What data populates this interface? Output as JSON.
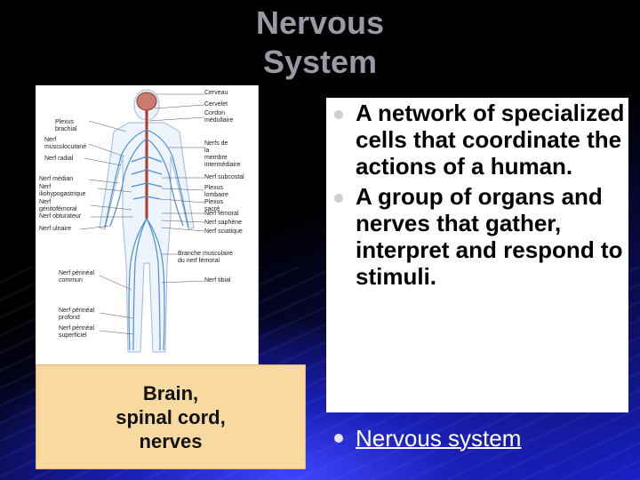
{
  "title": "Nervous\nSystem",
  "diagram_labels": {
    "cerveau": "Cerveau",
    "cervelet": "Cervelet",
    "cordon": "Cordon\nmédullaire",
    "plexus_brachial": "Plexus\nbrachial",
    "musculocutane": "Nerf\nmusculocutané",
    "radial": "Nerf radial",
    "nerfs_membre": "Nerfs de\nla\nmembre\nintermédiaire",
    "median": "Nerf médian",
    "iliohypogastrique": "Nerf\niliohypogastrique",
    "subcostal": "Nerf subcostal",
    "plexus_lombaire": "Plexus\nlombaire",
    "plexus_sacre": "Plexus\nsacré",
    "genitofemoral": "Nerf\ngénitofémoral",
    "obturateur": "Nerf obturateur",
    "femoral": "Nerf fémoral",
    "saphene": "Nerf saphène",
    "sciatique": "Nerf sciatique",
    "ulnaire": "Nerf ulnaire",
    "branche_musculaire": "Branche musculaire\ndu nerf fémoral",
    "tibial": "Nerf tibial",
    "perineal_commun": "Nerf périnéal\ncommun",
    "perineal_profond": "Nerf périnéal\nprofond",
    "perineal_superficiel": "Nerf périnéal\nsuperficiel"
  },
  "caption": "Brain,\nspinal cord,\nnerves",
  "bullets": [
    "A network of specialized cells that coordinate the actions of a human.",
    "A group of organs and nerves that gather, interpret and respond to stimuli."
  ],
  "link_bullet": "Nervous system",
  "colors": {
    "panel": "#ffffff",
    "caption_box": "#f8d9a0",
    "title": "#9a9aa6",
    "nerve": "#4a8fd8",
    "spine": "#c0392b"
  }
}
